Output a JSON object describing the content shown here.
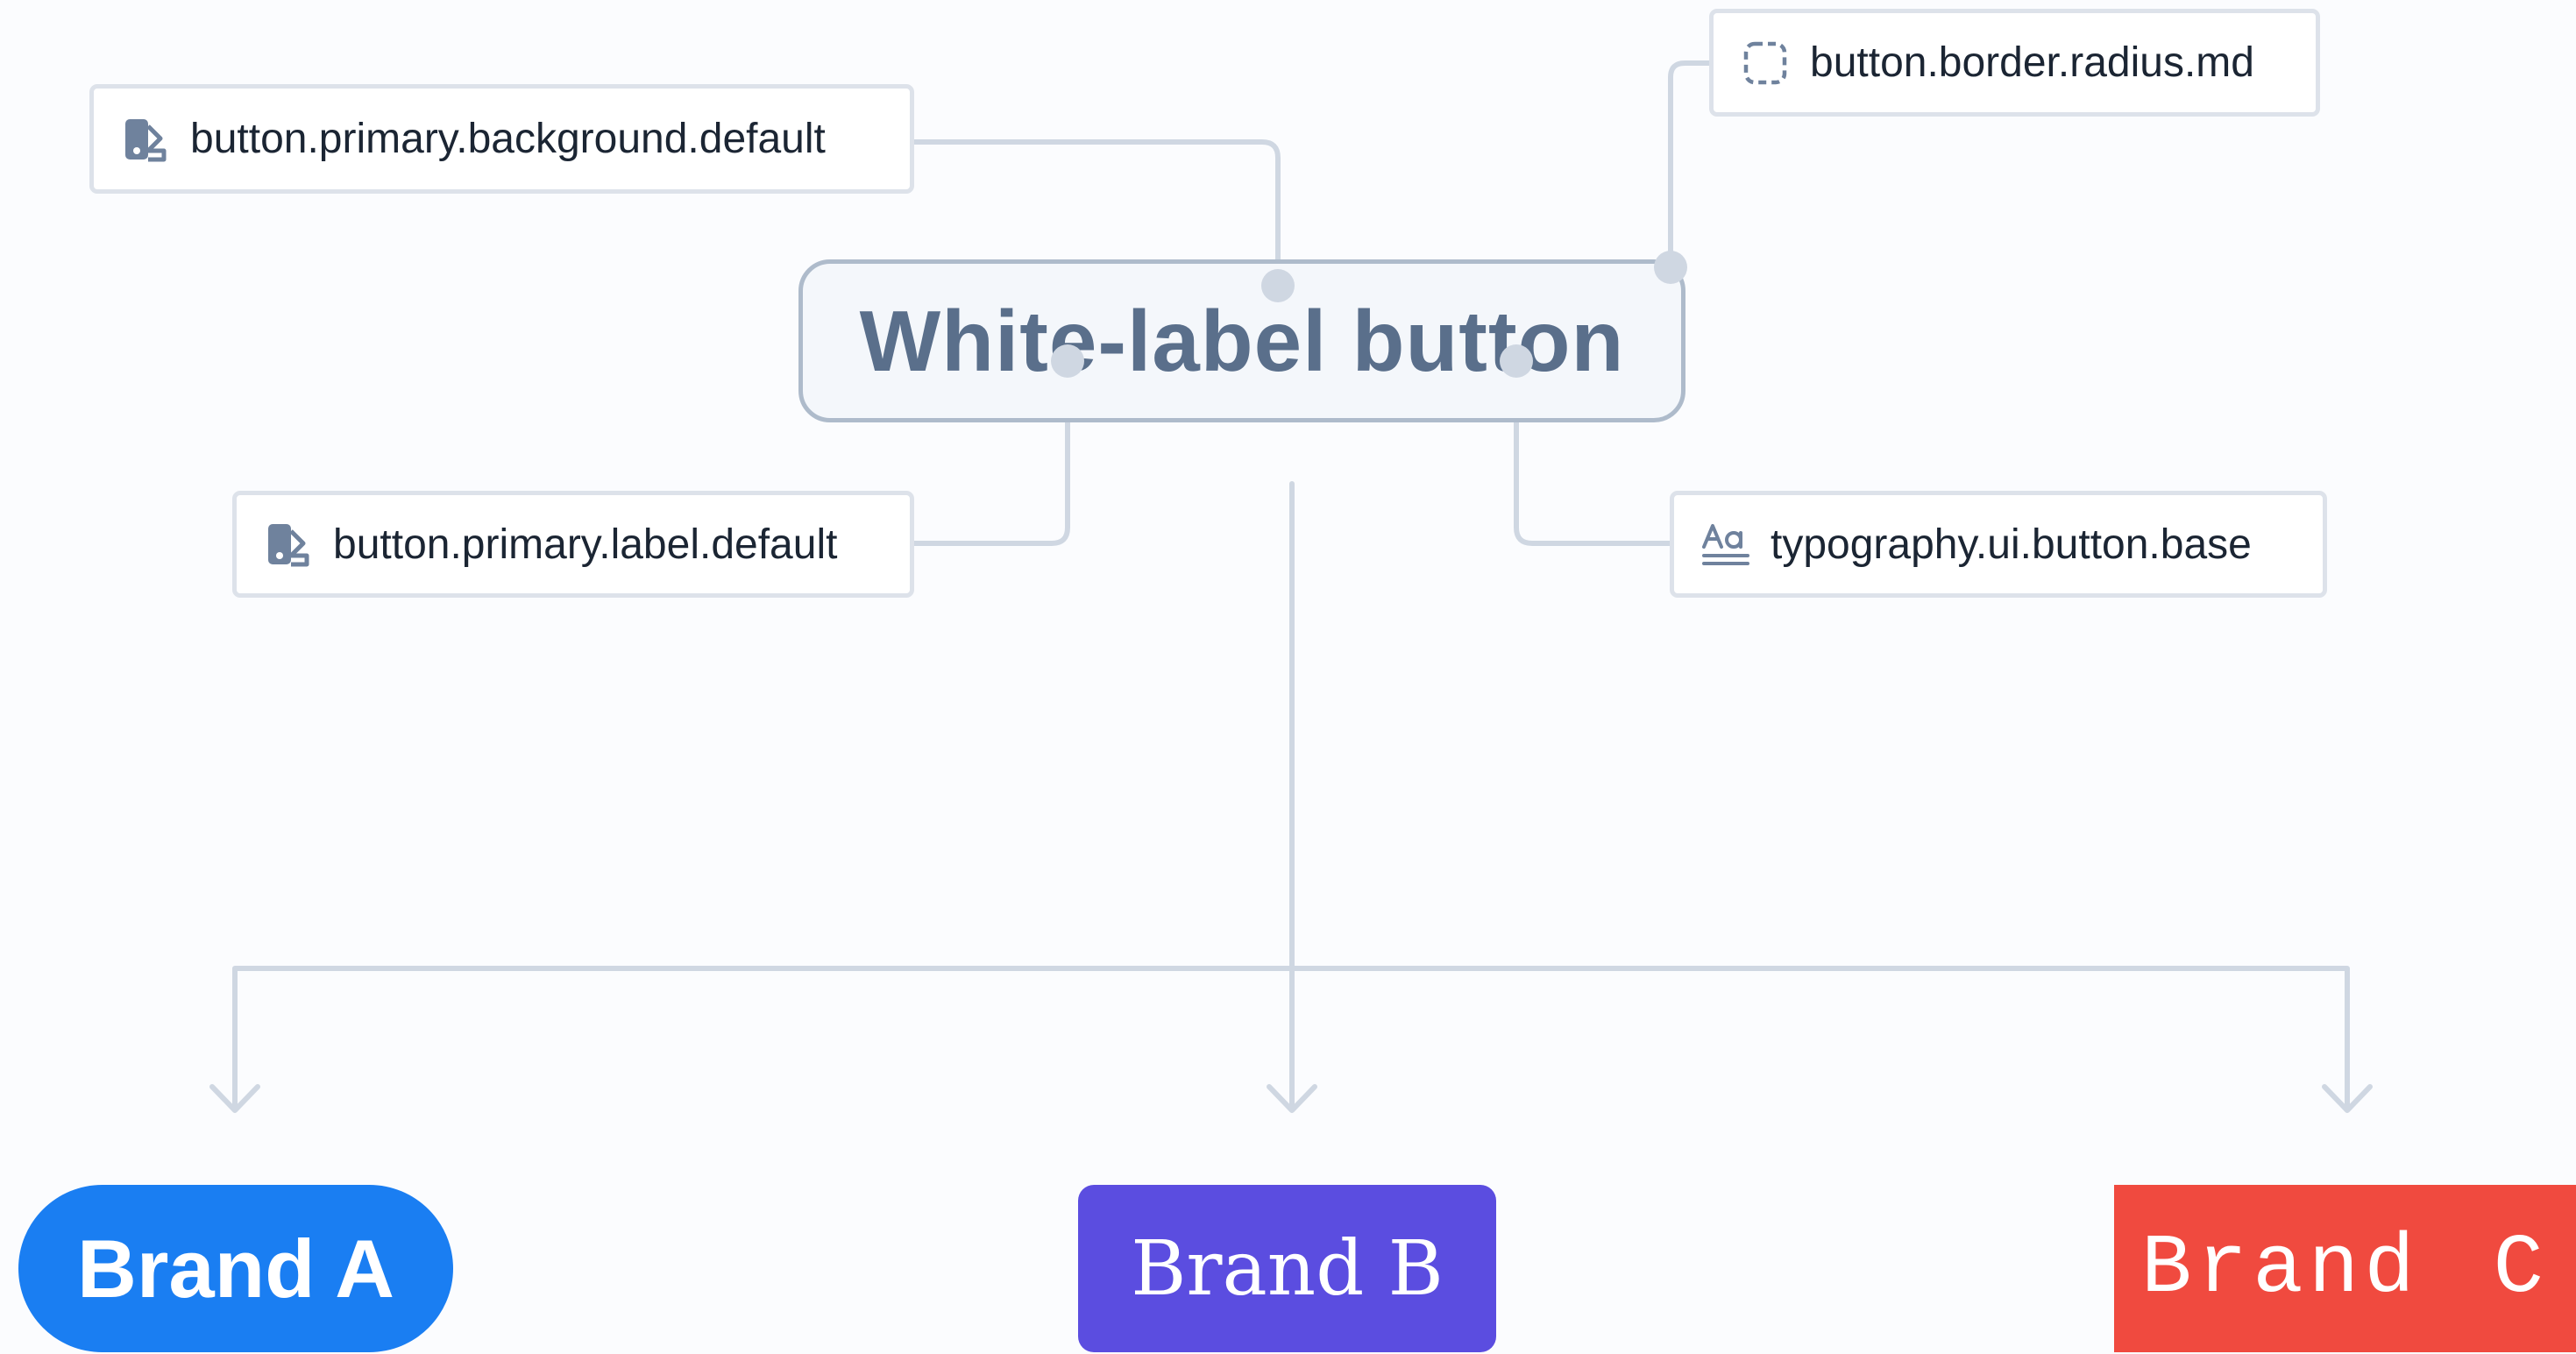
{
  "diagram": {
    "title": "White-label button",
    "tokens": {
      "background": {
        "text": "button.primary.background.default",
        "icon": "color-swatch-icon"
      },
      "label": {
        "text": "button.primary.label.default",
        "icon": "color-swatch-icon"
      },
      "radius": {
        "text": "button.border.radius.md",
        "icon": "border-radius-icon"
      },
      "typography": {
        "text": "typography.ui.button.base",
        "icon": "typography-icon"
      }
    },
    "brands": [
      {
        "label": "Brand A",
        "color": "#1a7ef2"
      },
      {
        "label": "Brand B",
        "color": "#5b4de0"
      },
      {
        "label": "Brand C",
        "color": "#f04a3f"
      }
    ]
  },
  "colors": {
    "connector": "#cfd7e2",
    "hub_border": "#aebbcb",
    "hub_text": "#5a6f8b",
    "icon": "#6f829d"
  }
}
